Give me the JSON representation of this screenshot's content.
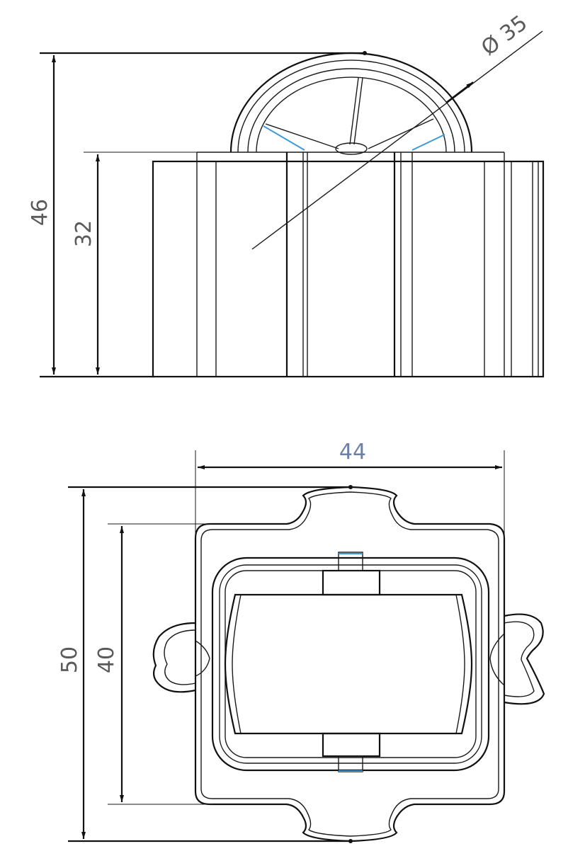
{
  "dimensions": {
    "side_view": {
      "overall_height": "46",
      "body_height": "32",
      "wheel_diameter": "Ø 35"
    },
    "top_view": {
      "width": "44",
      "outer_length": "50",
      "inner_length": "40"
    }
  },
  "colors": {
    "line": "#1a1a1a",
    "accent": "#3a9ad9",
    "dimension_text": "#5a5a5a"
  }
}
